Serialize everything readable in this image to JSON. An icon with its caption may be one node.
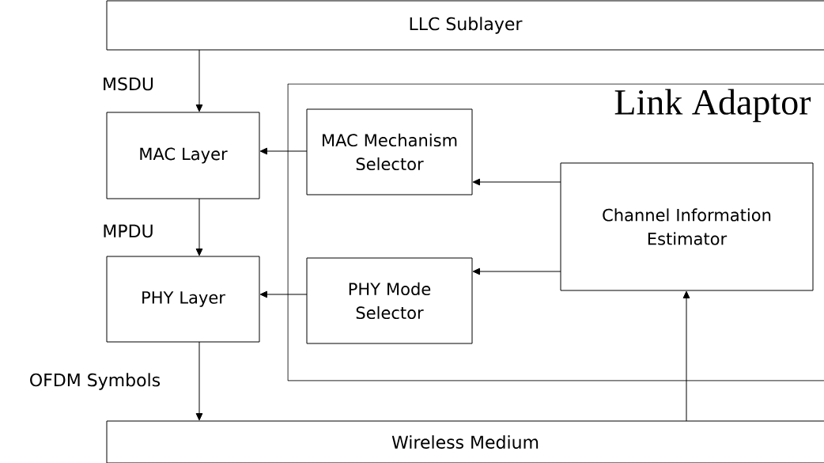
{
  "diagram": {
    "nodes": [
      {
        "text": [
          "LLC Sublayer"
        ]
      },
      {
        "text": [
          "Link Adaptor"
        ]
      },
      {
        "text": [
          "MAC Layer"
        ]
      },
      {
        "text": [
          "MAC Mechanism Selector"
        ],
        "in": 1
      },
      {
        "text": [
          "Channel Information Estimator"
        ],
        "in": 1
      },
      {
        "text": [
          "PHY Layer"
        ]
      },
      {
        "text": [
          "PHY Mode Selector"
        ],
        "in": 1
      },
      {
        "text": [
          "Wireless Medium"
        ]
      }
    ],
    "edges": [
      {
        "from": 0,
        "to": 2,
        "arrow": "to",
        "label": "MSDU"
      },
      {
        "from": 3,
        "to": 2,
        "arrow": "to"
      },
      {
        "from": 4,
        "to": 3,
        "arrow": "to"
      },
      {
        "from": 2,
        "to": 5,
        "arrow": "to",
        "label": "MPDU"
      },
      {
        "from": 4,
        "to": 6,
        "arrow": "to"
      },
      {
        "from": 6,
        "to": 5,
        "arrow": "to"
      },
      {
        "from": 5,
        "to": 7,
        "arrow": "to",
        "label": "OFDM Symbols"
      },
      {
        "from": 7,
        "to": 4,
        "arrow": "to"
      }
    ]
  }
}
